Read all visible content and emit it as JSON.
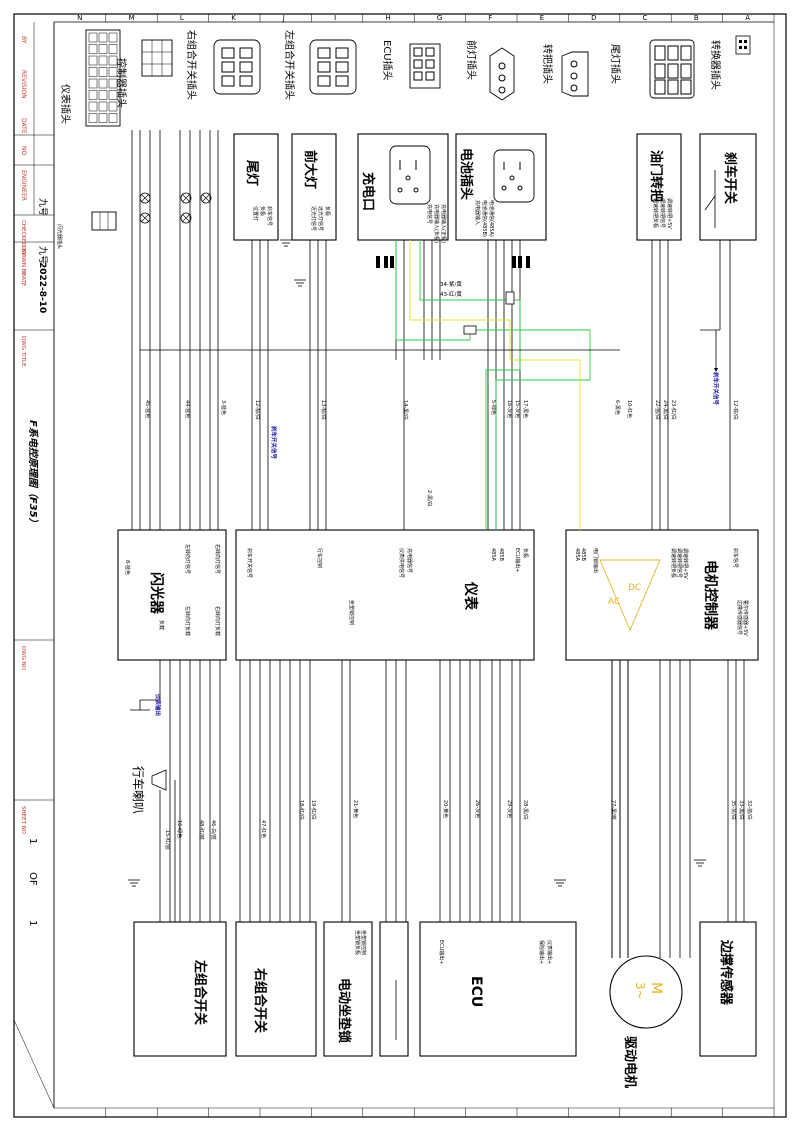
{
  "sheet": {
    "column_letters": [
      "A",
      "B",
      "C",
      "D",
      "E",
      "F",
      "G",
      "H",
      "I",
      "J",
      "K",
      "L",
      "M",
      "N"
    ],
    "title": "F系电控原理图（F35）",
    "title_block": {
      "by_label": "BY",
      "revision_label": "REVISION",
      "date_label": "DATE",
      "no_label": "NO",
      "engineer_label": "ENGINEER",
      "checked_by_label": "CHECKED BY",
      "checked_by": "九号",
      "drawn_by_label": "DRAWN BY",
      "drawn_by": "九号",
      "date_label2": "DATE",
      "date": "2022-8-10",
      "dwg_title_label": "DWG TITLE",
      "dwg_no_label": "DWG NO",
      "sheet_no_label": "SHEET NO",
      "sheet_current": "1",
      "sheet_of": "OF",
      "sheet_total": "1"
    }
  },
  "connectors": {
    "turn_switch": "转换器插头",
    "tail_light_plug": "尾灯插头",
    "turn_handle_plug": "转把插头",
    "headlight_plug": "前灯插头",
    "ecu_plug": "ECU插头",
    "left_combo_plug": "左组合开关插头",
    "right_combo_plug": "右组合开关插头",
    "controller_plug": "控制器插头",
    "meter_plug": "仪表插头",
    "flash_plug": "闪光器插头"
  },
  "components": {
    "brake_switch": "刹车开关",
    "throttle": "油门转把",
    "battery_plug": "电池插头",
    "charge_port": "充电口",
    "headlight": "前大灯",
    "taillight": "尾灯",
    "motor_controller": "电机控制器",
    "meter": "仪表",
    "flasher": "闪光器",
    "hall_sensor": "边撑传感器",
    "drive_motor": "驱动电机",
    "motor_symbol": "M",
    "motor_phase": "3~",
    "ecu": "ECU",
    "seat_lock": "电动坐垫锁",
    "right_combo": "右组合开关",
    "left_combo": "左组合开关",
    "horn": "行车喇叭",
    "dc_label": "DC",
    "ac_label": "AC"
  },
  "signals": {
    "brake_signal": "刹车开关信号",
    "brake_signal2": "刹车开关信号",
    "meter_output": "仪表输出",
    "charge_signal": "34-紫/黄",
    "battery_signal": "43-红/黄"
  },
  "wires": {
    "w1": "12-棕/白",
    "w2": "23-红/白",
    "w3": "24-黑/白",
    "w4": "22-蓝/白",
    "w5": "10-红色",
    "w6": "6-黑色",
    "w7": "17-黑色",
    "w8": "15-灰色",
    "w9": "16-灰色",
    "w10": "5-绿色",
    "w11": "14-黑/白",
    "w12": "13-棕/白",
    "w13": "12-棕/白",
    "w14": "3-蓝色",
    "w15": "44-蓝色",
    "w16": "45-蓝色",
    "w17": "8-蓝色",
    "w18": "32-蓝/白",
    "w19": "33-黑/白",
    "w20": "35-灰/白",
    "w21": "27-黑/蓝",
    "w22": "28-黑/白",
    "w23": "29-灰色",
    "w24": "26-灰色",
    "w25": "20-黄色",
    "w26": "21-黄色",
    "w27": "19-红/白",
    "w28": "18-红/白",
    "w29": "47-红色",
    "w30": "46-白/蓝",
    "w31": "48-红/蓝",
    "w32": "16-绿色",
    "w33": "15-红/蓝",
    "w34": "2-黑/白"
  },
  "pin_labels": {
    "p_throttle_1": "调速转把+5V",
    "p_throttle_2": "调速转把信号",
    "p_throttle_3": "调速转把负极",
    "p_batt_1": "电池通信(485A)",
    "p_batt_2": "电池通信(485B)",
    "p_batt_3": "充电器输入",
    "p_charge_1": "充电器输入(正极)",
    "p_charge_2": "充电器输入(负极)",
    "p_charge_3": "充电信号",
    "p_head_1": "负极",
    "p_head_2": "远光灯信号",
    "p_head_3": "近光灯信号",
    "p_tail_1": "刹车信号",
    "p_tail_2": "负极",
    "p_tail_3": "位置灯",
    "p_ctrl_1": "刹车信号",
    "p_ctrl_2": "调速转把+5V",
    "p_ctrl_3": "调速转把信号",
    "p_ctrl_4": "调速转把负极",
    "p_ctrl_5": "电门锁输出",
    "p_ctrl_6": "485A",
    "p_ctrl_7": "485B",
    "p_ctrl_8": "霍尔传感器+5V",
    "p_ctrl_9": "边撑传感器信号",
    "p_meter_1": "负极",
    "p_meter_2": "ECU输出+",
    "p_meter_3": "485B",
    "p_meter_4": "485A",
    "p_meter_5": "充电器信号",
    "p_meter_6": "仪表供电信号",
    "p_meter_7": "坐垫锁控制",
    "p_meter_8": "行车控制",
    "p_meter_9": "刹车开关信号",
    "p_flash_1": "左转向灯负载",
    "p_flash_2": "右转向灯负载",
    "p_flash_3": "负载",
    "p_flash_4": "左转向灯信号",
    "p_flash_5": "右转向灯信号",
    "p_ecu_1": "仪表输出+",
    "p_ecu_2": "保险输出+",
    "p_ecu_3": "ECU输出+",
    "p_lock_1": "坐垫锁控制",
    "p_lock_2": "坐垫锁负极"
  }
}
